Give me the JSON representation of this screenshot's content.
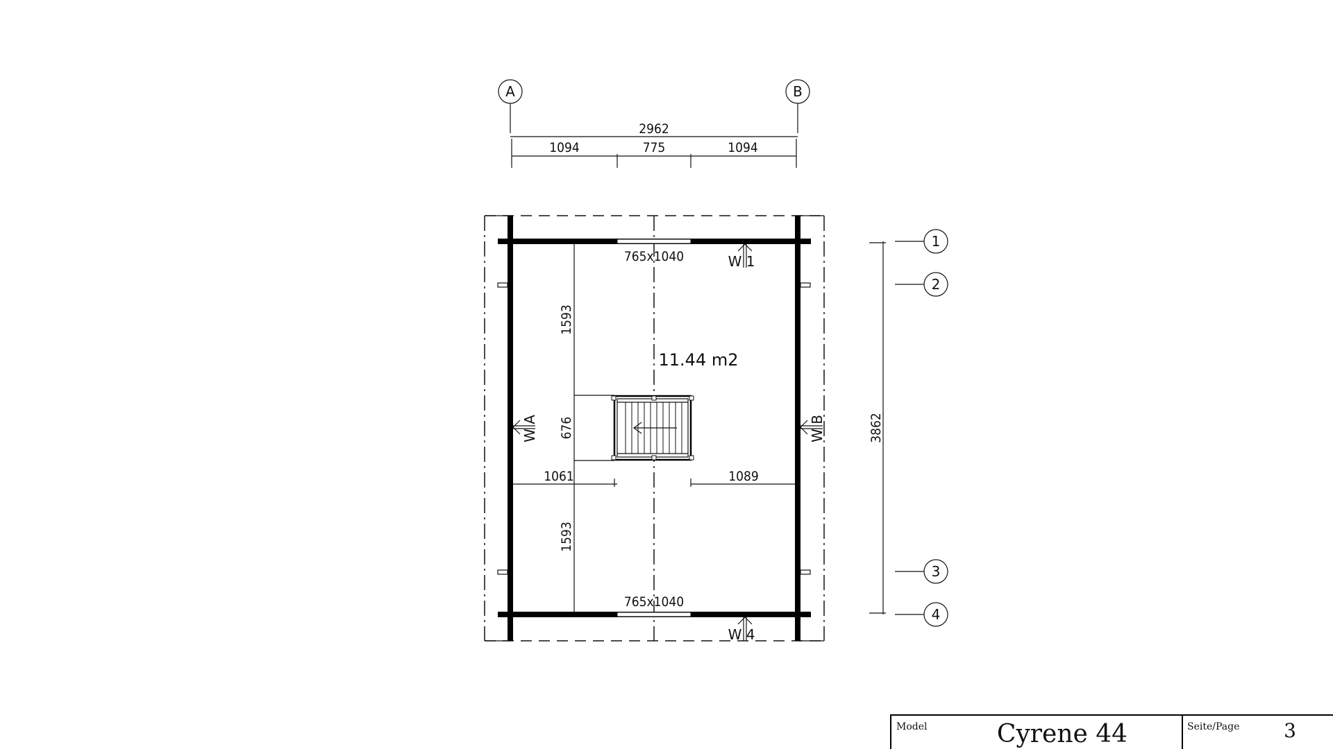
{
  "grid": {
    "columns": [
      "A",
      "B"
    ],
    "rows": [
      "1",
      "2",
      "3",
      "4"
    ]
  },
  "dimensions": {
    "overall_width": "2962",
    "width_left": "1094",
    "width_middle": "775",
    "width_right": "1094",
    "overall_depth": "3862",
    "upper_depth": "1593",
    "lower_depth": "1593",
    "stair_depth": "676",
    "stair_left": "1061",
    "stair_right": "1089"
  },
  "room": {
    "area": "11.44 m2"
  },
  "windows": {
    "top": "765x1040",
    "bottom": "765x1040"
  },
  "wall_labels": {
    "top": "W 1",
    "bottom": "W 4",
    "left": "W A",
    "right": "W B"
  },
  "title_block": {
    "model_label": "Model",
    "model_value": "Cyrene 44",
    "page_label": "Seite/Page",
    "page_value": "3"
  }
}
